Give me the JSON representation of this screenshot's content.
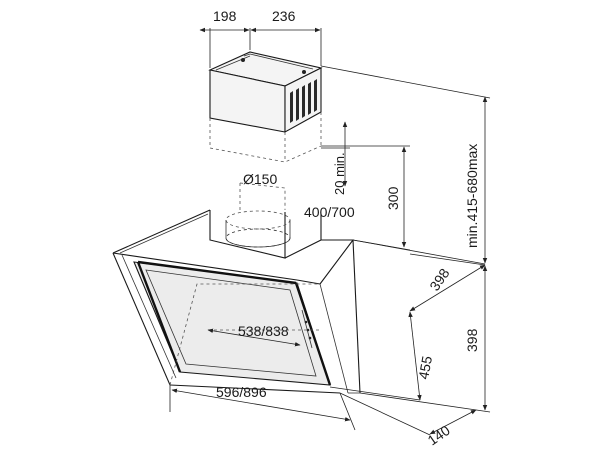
{
  "labels": {
    "duct_depth": "198",
    "duct_width": "236",
    "height_range": "min.415-680max",
    "min_clearance": "20 min.",
    "duct_height": "300",
    "outlet_diameter": "Ø150",
    "duct_span": "400/700",
    "depth_top": "398",
    "depth_right": "398",
    "inner_width": "538/838",
    "glass_height": "455",
    "total_width": "596/896",
    "bottom_depth": "140"
  }
}
